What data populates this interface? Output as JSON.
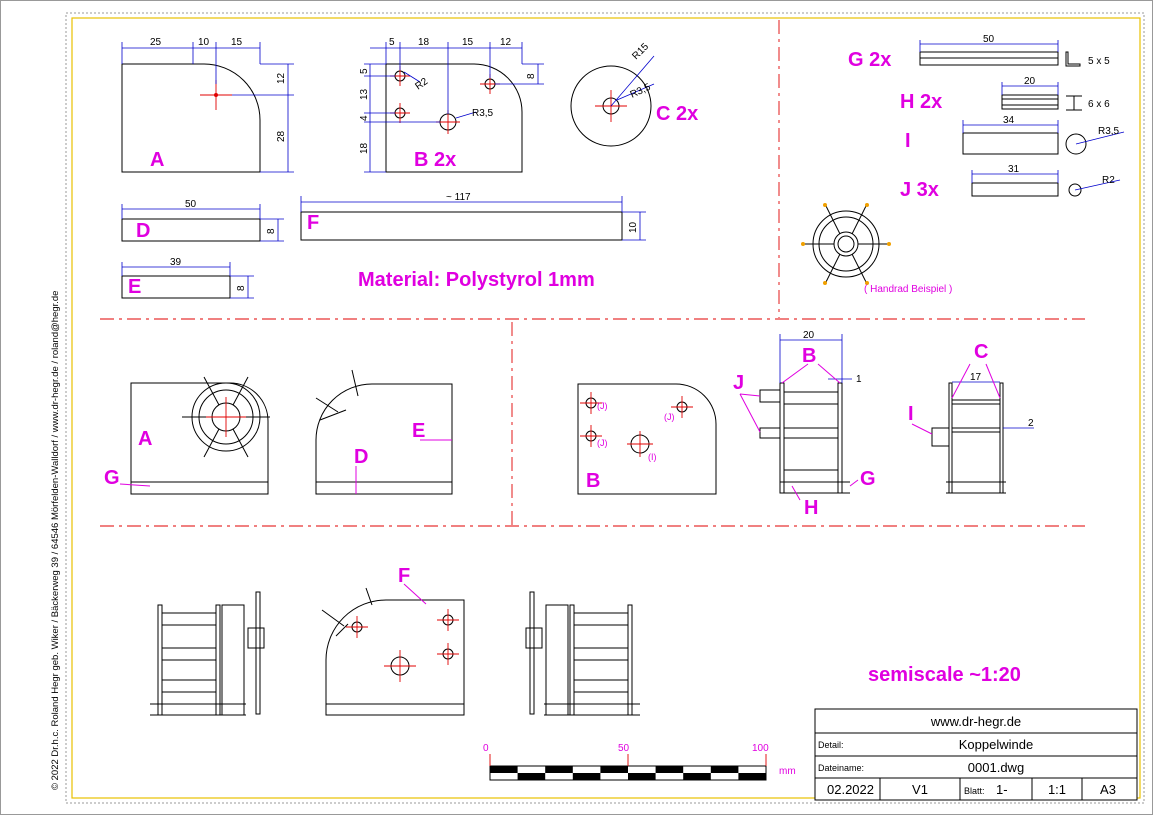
{
  "side_text": "© 2022     Dr.h.c. Roland Hegr geb. Wiker / Bäckerweg 39 / 64546 Mörfelden-Walldorf / www.dr-hegr.de / roland@hegr.de",
  "parts": {
    "A": "A",
    "B": "B   2x",
    "C": "C   2x",
    "D": "D",
    "E": "E",
    "F": "F",
    "G": "G   2x",
    "H": "H   2x",
    "I": "I",
    "J": "J   3x"
  },
  "dims": {
    "a_25": "25",
    "a_10": "10",
    "a_15": "15",
    "a_12": "12",
    "a_28": "28",
    "b_5": "5",
    "b_18": "18",
    "b_15": "15",
    "b_12": "12",
    "b_8": "8",
    "b_v5": "5",
    "b_v13": "13",
    "b_v4": "4",
    "b_v18": "18",
    "b_r2": "R2",
    "b_r35": "R3,5",
    "c_r15": "R15",
    "c_r35": "R3,5",
    "d_50": "50",
    "d_8": "8",
    "e_39": "39",
    "e_8": "8",
    "f_117": "~ 117",
    "f_10": "10",
    "g_50": "50",
    "g_profile": "5 x 5",
    "h_20": "20",
    "h_profile": "6 x 6",
    "i_34": "34",
    "i_r35": "R3,5",
    "j_31": "31",
    "j_r2": "R2",
    "side_20": "20",
    "side_1": "1",
    "front_17": "17",
    "front_2": "2",
    "b_j1": "(J)",
    "b_j2": "(J)",
    "b_j3": "(J)",
    "b_i": "(I)"
  },
  "material": "Material: Polystyrol  1mm",
  "handrad_caption": "( Handrad Beispiel )",
  "assembly_labels": {
    "a": "A",
    "g1": "G",
    "d": "D",
    "e": "E",
    "b": "B",
    "j": "J",
    "bb": "B",
    "h": "H",
    "g2": "G",
    "c": "C",
    "i": "I",
    "f": "F"
  },
  "scale_text": "semiscale   ~1:20",
  "scale_bar": {
    "t0": "0",
    "t50": "50",
    "t100": "100",
    "unit": "mm"
  },
  "title_block": {
    "website": "www.dr-hegr.de",
    "detail_label": "Detail:",
    "detail_value": "Koppelwinde",
    "filename_label": "Dateiname:",
    "filename_value": "0001.dwg",
    "date": "02.2022",
    "version": "V1",
    "sheet_label": "Blatt:",
    "sheet_value": "1-",
    "scale": "1:1",
    "format": "A3"
  }
}
